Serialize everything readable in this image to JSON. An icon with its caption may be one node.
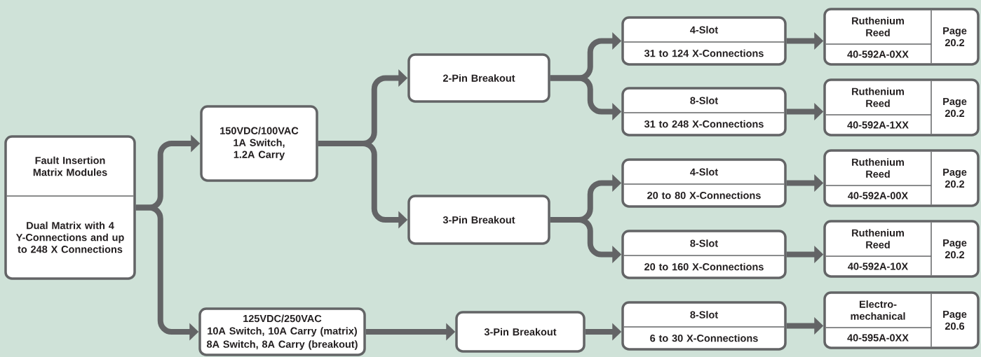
{
  "diagram": {
    "nodes": [
      {
        "text": [
          "Fault Insertion Matrix Modules",
          "Dual Matrix with 4 Y-Connections and up to 248 X Connections"
        ]
      },
      {
        "text": [
          "150VDC/100VAC 1A Switch, 1.2A Carry"
        ]
      },
      {
        "text": [
          "125VDC/250VAC",
          "10A Switch, 10A Carry (matrix)",
          "8A Switch, 8A Carry (breakout)"
        ]
      },
      {
        "text": [
          "2-Pin Breakout"
        ]
      },
      {
        "text": [
          "3-Pin Breakout"
        ]
      },
      {
        "text": [
          "3-Pin Breakout"
        ]
      },
      {
        "text": [
          "4-Slot",
          "31 to 124 X-Connections"
        ]
      },
      {
        "text": [
          "8-Slot",
          "31 to 248 X-Connections"
        ]
      },
      {
        "text": [
          "4-Slot",
          "20 to 80 X-Connections"
        ]
      },
      {
        "text": [
          "8-Slot",
          "20 to 160 X-Connections"
        ]
      },
      {
        "text": [
          "8-Slot",
          "6 to 30 X-Connections"
        ]
      },
      {
        "text": [
          "Ruthenium Reed",
          "40-592A-0XX",
          "Page 20.2"
        ]
      },
      {
        "text": [
          "Ruthenium Reed",
          "40-592A-1XX",
          "Page 20.2"
        ]
      },
      {
        "text": [
          "Ruthenium Reed",
          "40-592A-00X",
          "Page 20.2"
        ]
      },
      {
        "text": [
          "Ruthenium Reed",
          "40-592A-10X",
          "Page 20.2"
        ]
      },
      {
        "text": [
          "Electro-mechanical",
          "40-595A-0XX",
          "Page 20.6"
        ]
      }
    ],
    "edges": [
      {
        "from": 0,
        "to": 1,
        "arrow": "to"
      },
      {
        "from": 0,
        "to": 2,
        "arrow": "to"
      },
      {
        "from": 1,
        "to": 3,
        "arrow": "to"
      },
      {
        "from": 1,
        "to": 4,
        "arrow": "to"
      },
      {
        "from": 3,
        "to": 6,
        "arrow": "to"
      },
      {
        "from": 3,
        "to": 7,
        "arrow": "to"
      },
      {
        "from": 4,
        "to": 8,
        "arrow": "to"
      },
      {
        "from": 4,
        "to": 9,
        "arrow": "to"
      },
      {
        "from": 2,
        "to": 5,
        "arrow": "to"
      },
      {
        "from": 5,
        "to": 10,
        "arrow": "to"
      },
      {
        "from": 6,
        "to": 11,
        "arrow": "to"
      },
      {
        "from": 7,
        "to": 12,
        "arrow": "to"
      },
      {
        "from": 8,
        "to": 13,
        "arrow": "to"
      },
      {
        "from": 9,
        "to": 14,
        "arrow": "to"
      },
      {
        "from": 10,
        "to": 15,
        "arrow": "to"
      }
    ]
  }
}
